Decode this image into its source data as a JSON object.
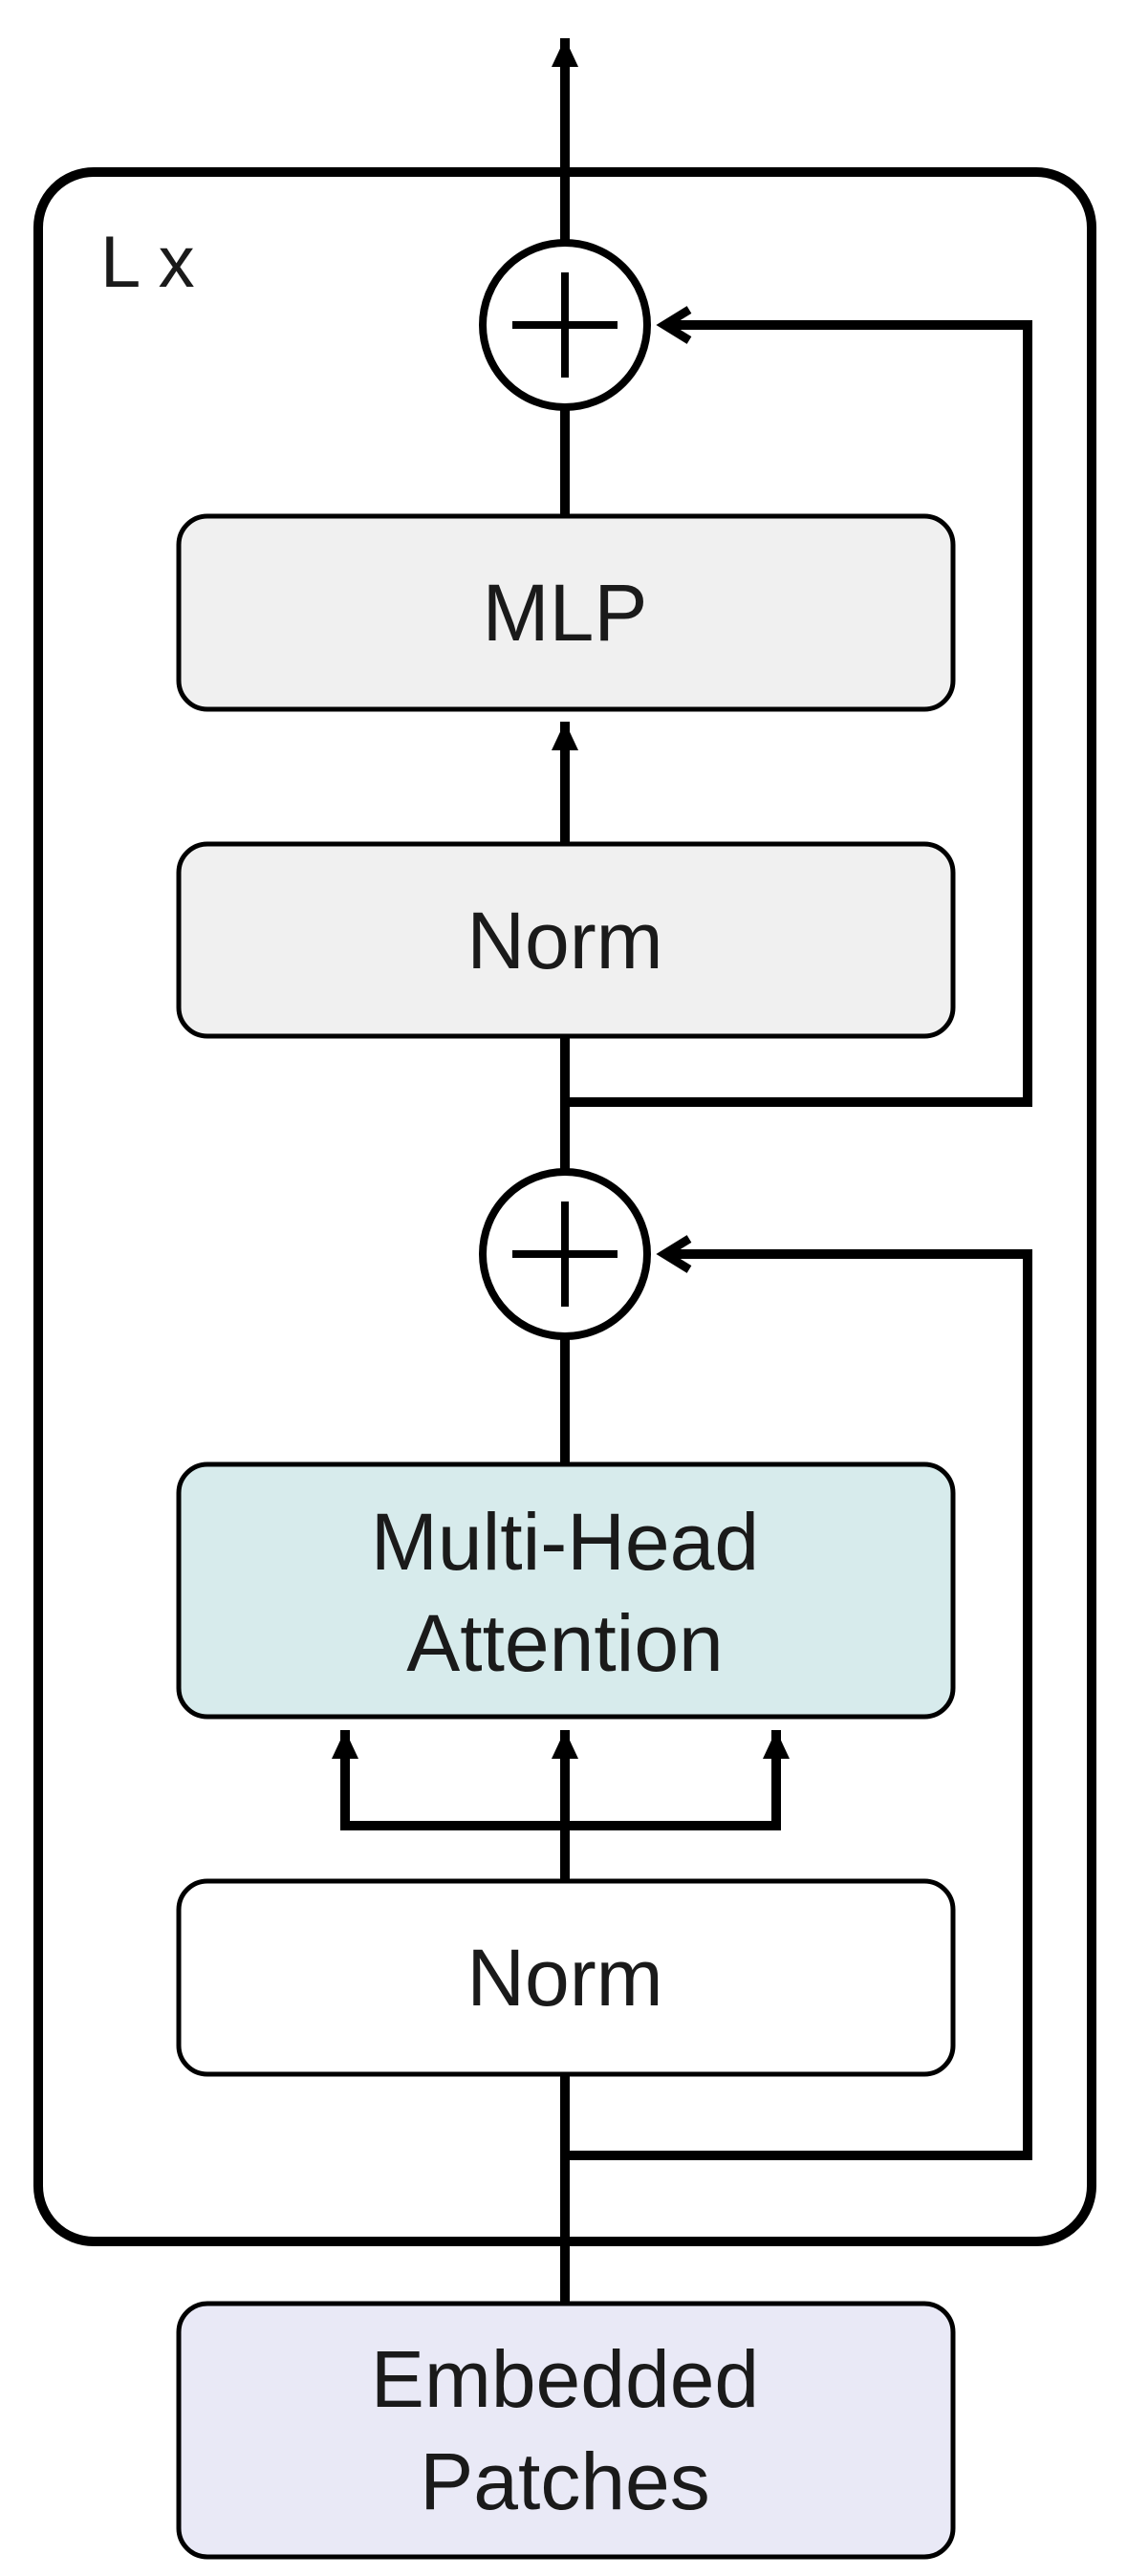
{
  "diagram": {
    "repeat_label": "L x",
    "blocks": {
      "mlp": {
        "label": "MLP",
        "fill": "#f0f0f0"
      },
      "norm_top": {
        "label": "Norm",
        "fill": "#f0f0f0"
      },
      "attention": {
        "line1": "Multi-Head",
        "line2": "Attention",
        "fill": "#d7ebec"
      },
      "norm_bottom": {
        "label": "Norm",
        "fill": "#ffffff"
      },
      "embedded": {
        "line1": "Embedded",
        "line2": "Patches",
        "fill": "#e9e9f6"
      }
    },
    "adders": {
      "symbol": "+"
    },
    "stroke_color": "#000000"
  }
}
